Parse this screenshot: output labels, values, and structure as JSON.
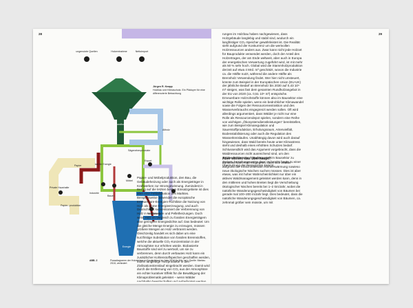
{
  "page_numbers": {
    "left": "28",
    "right": "29"
  },
  "diagram": {
    "labels": {
      "unused_sources": "ungenutzte Quellen",
      "wood_harvest": "Holzentnahme",
      "net_import": "Nettoimport",
      "roundwood": "Rundholz",
      "sawmill_byproducts": "Sägenebenprodukte",
      "old_wood": "Altholz",
      "wood_for_energy": "Holz für Energie",
      "paper": "Papier",
      "production_paper": "Papier- produktion",
      "energy": "Energie",
      "private_households": "Private Haushalte",
      "industry": "Industrie",
      "building": "Bauen",
      "furniture": "Möbel",
      "packaging": "Verpackung",
      "export": "Export"
    }
  },
  "sidebar_caption": {
    "author": "Jürgen R. Knapp",
    "text": "Holzbau und Klimaschutz. Ein Plädoyer für eine differenzierte Betrachtung"
  },
  "figure_caption": {
    "id": "ABB. 2",
    "text": "Flussdiagramm der Holzströme in Deutschland im Jahr 2016 (in Mio. m³). Quelle: Mantau 2018, verändert"
  },
  "body_left": "Papier- und Möbelproduktion, den Bau, die Gebäudeheizung oder auch als Energieträger in Kraftwerken zur Stromgewinnung. Zumindest in Bezug auf die letzten beiden Einsatzgebiete ist dies aber eine Fehlallokation des Marktes. Beispielsweise anwendet die europäische Erneuerbare-Energien-Richtlinie die Nutzung von Holz als grüne Energieerzeugung, und auch Deutschland subventioniert die Verbrennung von Holz in Kraftwerken und Pelletheizungen. Doch weist Holz im Vergleich zu fossilen Energieträgern eine geringere Energiedichte auf. Das bedeutet: Um die gleiche Menge Energie zu erzeugen, müssen größere Mengen an Holz verbrannt werden. Gleichzeitig handelt es sich dabei um eine kurzfristige Substitution von fossilen Brennstoffen, welche die aktuelle CO₂-Konzentration in der Atmosphäre nur erhöhen würde. Biobasierte Baustoffe sind viel zu wertvoll, um sie zu verbrennen, denn durch verbautes Holz kann ein zusätzlicher Kohlenstoffspeicher geschaffen werden, indem langlebige Holzprodukte in den Zivilisationskreislauf eingebracht werden. Damit wird durch die Entfernung von CO₂ aus der Atmosphäre ein echter kurativer Effekt für die Bewältigung der Klimaproblematik geleistet – wenn Wälder nachhaltig bewirtschaftet und aufgeforstet werden. Die jahrhundertealten Erfah-",
  "body_right_top": "rungen im Holzbau haben nachgewiesen, dass Holzgebäude langlebig und stabil sind, wodurch ein langfristiger CO₂-Speicher gewährleistet ist. Die Realität sieht aufgrund der Konkurrenz um die wertvollen Holzressourcen anders aus. Zwar kann nicht jede Holzart für Bauprodukte verwendet werden, doch der Anteil des Holzertrages, der am Ende weltweit, aber auch in Europa der energetischen Verwertung zugeführt wird, ist mit mehr als 50 % sehr hoch. Global wird die Stammholzproduktion derzeit auf etwa 4 Mrd. m³ geschätzt, wovon die Industrie ca. die Hälfte nutzt, während die andere Hälfte als Brennholz Verwendung findet. Wer hier nicht umsteuert, könnte zum Beispiel in der Europäischen Union (EU-UK) der jährliche Bedarf an Brennholz bis 2030 auf 0,43 10⁹ m³ steigen, was fast dem gesamten Rundholzangebot in der EU von 2020 (ca. 0,51 10⁹ m³) entspräche. Erneuerbare Holzrohstoffe können also im Bausektor eine wichtige Rolle spielen, wenn ein bedrohlicher Klimawandel sowie die Folgen der Ressourcenextraktion und des Wasserverbrauchs eingegrenzt werden sollen. Oft wird allerdings argumentiert, dass Wälder je nicht nur eine Rolle als Ressourcendepot spielen, sondern eine Reihe von wichtigen „Ökosystemdienstleistungen“ bereitstellen, wie zum Beispiel Klimaregulation und Sauerstoffproduktion, Erholungsraum, Artenvielfalt, Bodenstabilisierung oder auch die Regulation des Wasserkreislaufes. Unabhängig davon wird auch darauf hingewiesen, dass Wald bereits heute unter Klimastress steht und deshalb eines erhöhten Schutzes bedarf. Schlussendlich wird das Argument vorgebracht, dass die Waldressourcen nicht ausreichend sind, um den Holzbedarf für eine Transformation im Bausektor zu decken, beziehungsweise dass es bereits heute zu einer Übernutzung der Ressourcen kommt.",
  "heading_right": "Aber stimmt das überhaupt?",
  "body_right_bottom": "Zunächst kann man entgegnen, dass sich Wälder aufgrund der fortschreitenden Klimeerwärmung sowieso neue ökologische Nischen suchen müssen. Dies ist aber etwas, was mit hoher Wahrscheinlichkeit nur über ein aktives Waldmanagement geleistet werden kann, denn in den mittleren und hohen Breiten liegt die Verschiebung ökologischer Nischen bereits bei 1–2 km/Jahr, wobei die natürliche Wanderungsgeschwindigkeit von Bäumen bei gerade mal 100–200 m/Jahr liegt. Dies bedeutet, dass die natürliche Wanderungsgeschwindigkeit von Bäumen, ca. zehnmal größer sein müsste, um mit"
}
